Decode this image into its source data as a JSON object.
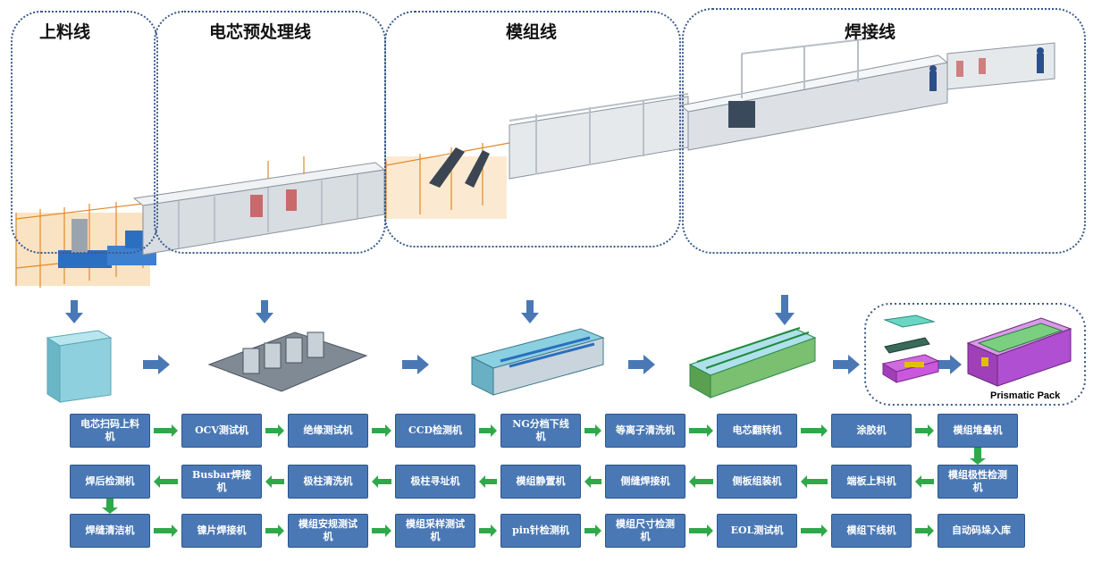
{
  "zones": [
    {
      "id": "feeding",
      "label": "上料线"
    },
    {
      "id": "cell-pretreatment",
      "label": "电芯预处理线"
    },
    {
      "id": "module",
      "label": "模组线"
    },
    {
      "id": "welding",
      "label": "焊接线"
    }
  ],
  "pack_label": "Prismatic Pack",
  "flow_rows": [
    [
      "电芯扫码上料机",
      "OCV测试机",
      "绝缘测试机",
      "CCD检测机",
      "NG分档下线机",
      "等离子清洗机",
      "电芯翻转机",
      "涂胶机",
      "模组堆叠机"
    ],
    [
      "焊后检测机",
      "Busbar焊接机",
      "极柱清洗机",
      "极柱寻址机",
      "模组静置机",
      "侧缝焊接机",
      "侧板组装机",
      "端板上料机",
      "模组极性检测机"
    ],
    [
      "焊缝清洁机",
      "镍片焊接机",
      "模组安规测试机",
      "模组采样测试机",
      "pin针检测机",
      "模组尺寸检测机",
      "EOL测试机",
      "模组下线机",
      "自动码垛入库"
    ]
  ],
  "colors": {
    "step_fill": "#4a78b5",
    "step_border": "#2b5590",
    "flow_arrow": "#2fa84a",
    "process_arrow": "#4a78b5",
    "zone_border": "#3a5a8a",
    "module_pack": "#b04fd1"
  }
}
